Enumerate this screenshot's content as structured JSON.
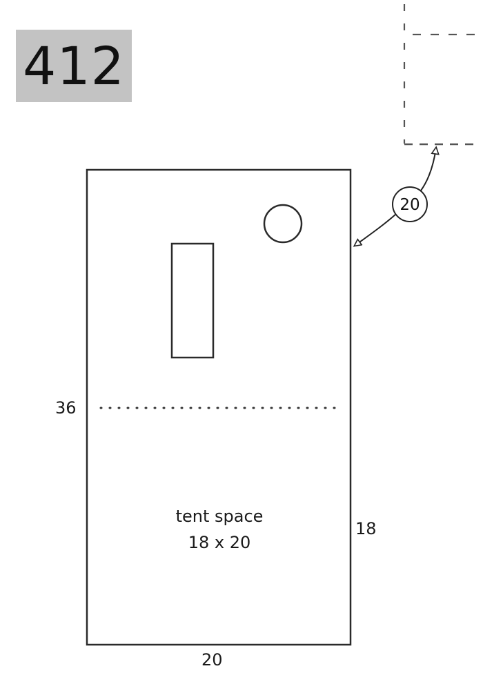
{
  "site": {
    "number": "412"
  },
  "dimensions": {
    "depth_mark": "36",
    "tent_side": "18",
    "width": "20",
    "distance_to_neighbor": "20"
  },
  "tent_space": {
    "line1": "tent space",
    "line2": "18 x 20"
  },
  "colors": {
    "badge_bg": "#c3c3c3",
    "line": "#2a2a2a"
  }
}
